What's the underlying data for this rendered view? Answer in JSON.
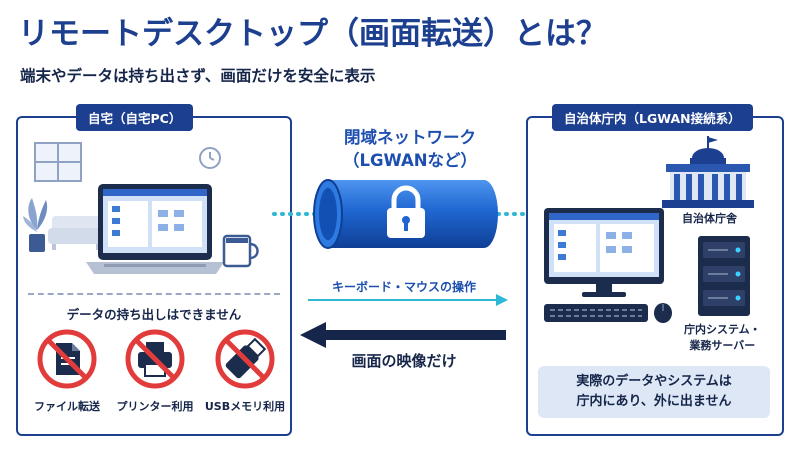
{
  "header": {
    "title": "リモートデスクトップ（画面転送）とは？",
    "subtitle": "端末やデータは持ち出さず、画面だけを安全に表示"
  },
  "home": {
    "tag": "自宅（自宅PC）",
    "no_carry_title": "データの持ち出しはできません",
    "prohibited": [
      {
        "label": "ファイル転送",
        "icon": "document-icon"
      },
      {
        "label": "プリンター利用",
        "icon": "printer-icon"
      },
      {
        "label": "USBメモリ利用",
        "icon": "usb-icon"
      }
    ]
  },
  "network": {
    "name": "閉域ネットワーク",
    "example": "（LGWANなど）",
    "input_flow": "キーボード・マウスの操作",
    "output_flow": "画面の映像だけ"
  },
  "office": {
    "tag": "自治体庁内（LGWAN接続系）",
    "building_label": "自治体庁舎",
    "server_label_1": "庁内システム・",
    "server_label_2": "業務サーバー",
    "note_line_1": "実際のデータやシステムは",
    "note_line_2": "庁内にあり、外に出ません"
  },
  "colors": {
    "navy": "#1d3f8f",
    "blue": "#1f66d1",
    "prohibit_red": "#e23b3b",
    "note_bg": "#dde7f6"
  }
}
